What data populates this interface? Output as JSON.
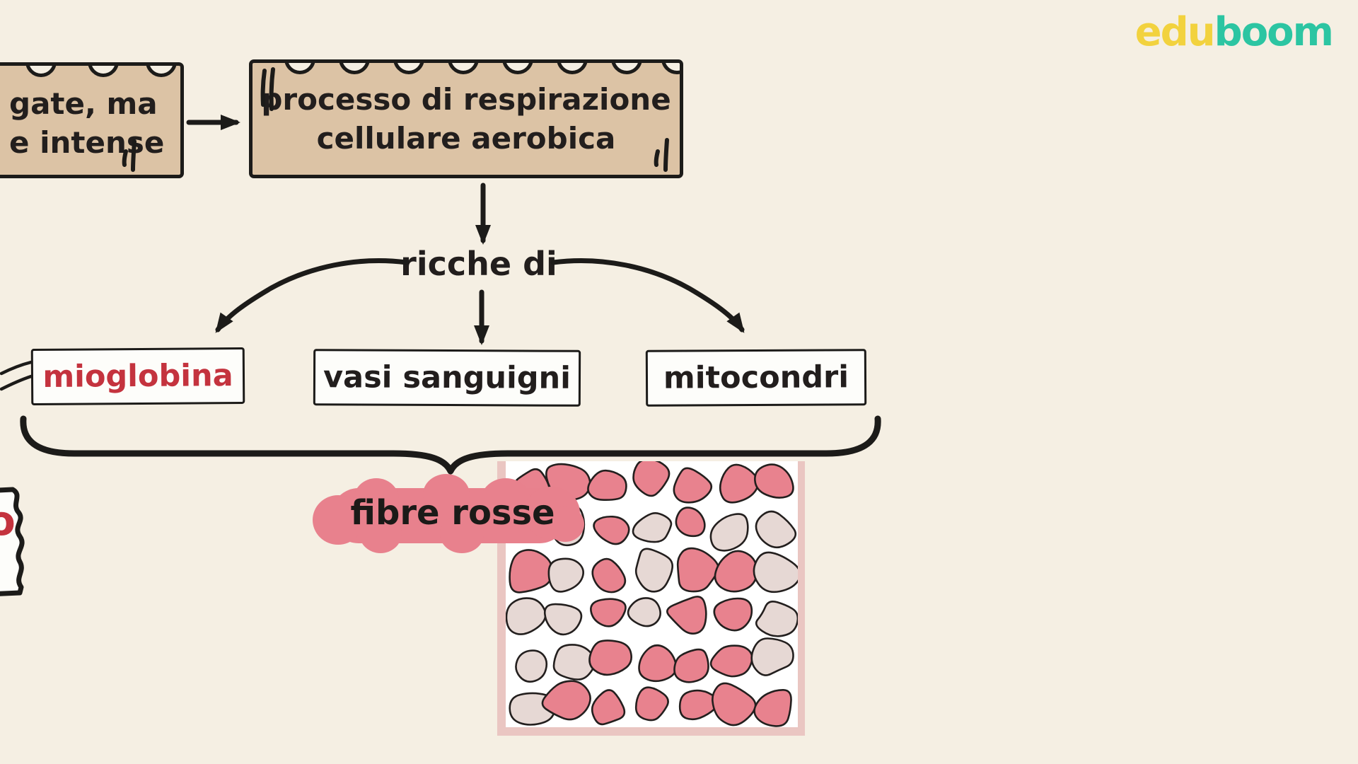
{
  "logo": {
    "part1": "edu",
    "part2": "boom"
  },
  "top_flow": {
    "left_box": {
      "line1": "gate, ma",
      "line2": "e intense"
    },
    "process_box": {
      "line1": "processo di respirazione",
      "line2": "cellulare aerobica"
    },
    "connector": "ricche di"
  },
  "components": {
    "items": [
      {
        "label": "mioglobina"
      },
      {
        "label": "vasi sanguigni"
      },
      {
        "label": "mitocondri"
      }
    ]
  },
  "result_label": "fibre rosse",
  "left_fragment": "o",
  "colors": {
    "background": "#f5efe3",
    "box_tan": "#dcc3a5",
    "ink": "#1c1b19",
    "red_text": "#c4333e",
    "highlight_pink": "#e8818d",
    "fiber_pink": "#e8828e",
    "fiber_light": "#e6d8d4",
    "fiber_frame": "#eac6c2",
    "logo_yellow": "#f2d23e",
    "logo_teal": "#2cc5a2"
  }
}
